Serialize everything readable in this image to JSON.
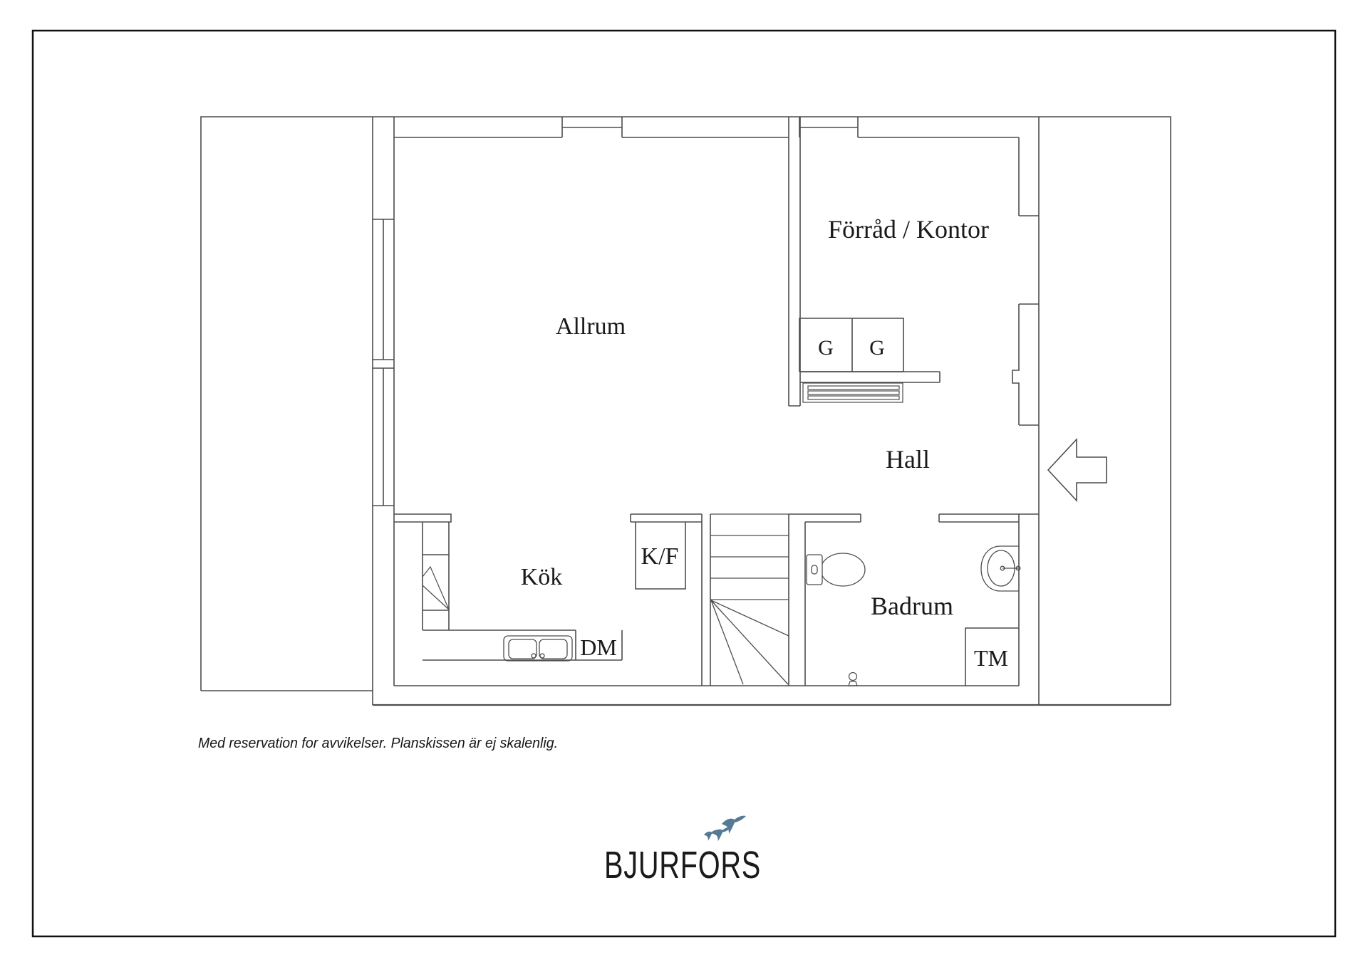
{
  "page": {
    "background": "#ffffff",
    "border_color": "#111111"
  },
  "plan": {
    "line_color": "#4d4d4d",
    "rooms": [
      {
        "id": "allrum",
        "label": "Allrum"
      },
      {
        "id": "forrad-kontor",
        "label": "Förråd / Kontor"
      },
      {
        "id": "hall",
        "label": "Hall"
      },
      {
        "id": "kok",
        "label": "Kök"
      },
      {
        "id": "badrum",
        "label": "Badrum"
      }
    ],
    "fixtures": {
      "wardrobe_left": "G",
      "wardrobe_right": "G",
      "fridge_freezer": "K/F",
      "dishwasher": "DM",
      "washing_machine": "TM"
    },
    "icons": {
      "entrance_arrow": "left-arrow",
      "radiator": "striped-radiator",
      "stairs": "winder-staircase",
      "toilet": "toilet-top-view",
      "washbasin": "basin-with-faucet",
      "kitchen_sink": "double-basin-sink",
      "floor_drain": "floor-drain"
    }
  },
  "footnote": {
    "text": "Med reservation for avvikelser. Planskissen är ej skalenlig."
  },
  "logo": {
    "text": "BJURFORS",
    "bird_color": "#547a96",
    "text_color": "#1a1a1a",
    "icon": "three-flying-birds"
  }
}
